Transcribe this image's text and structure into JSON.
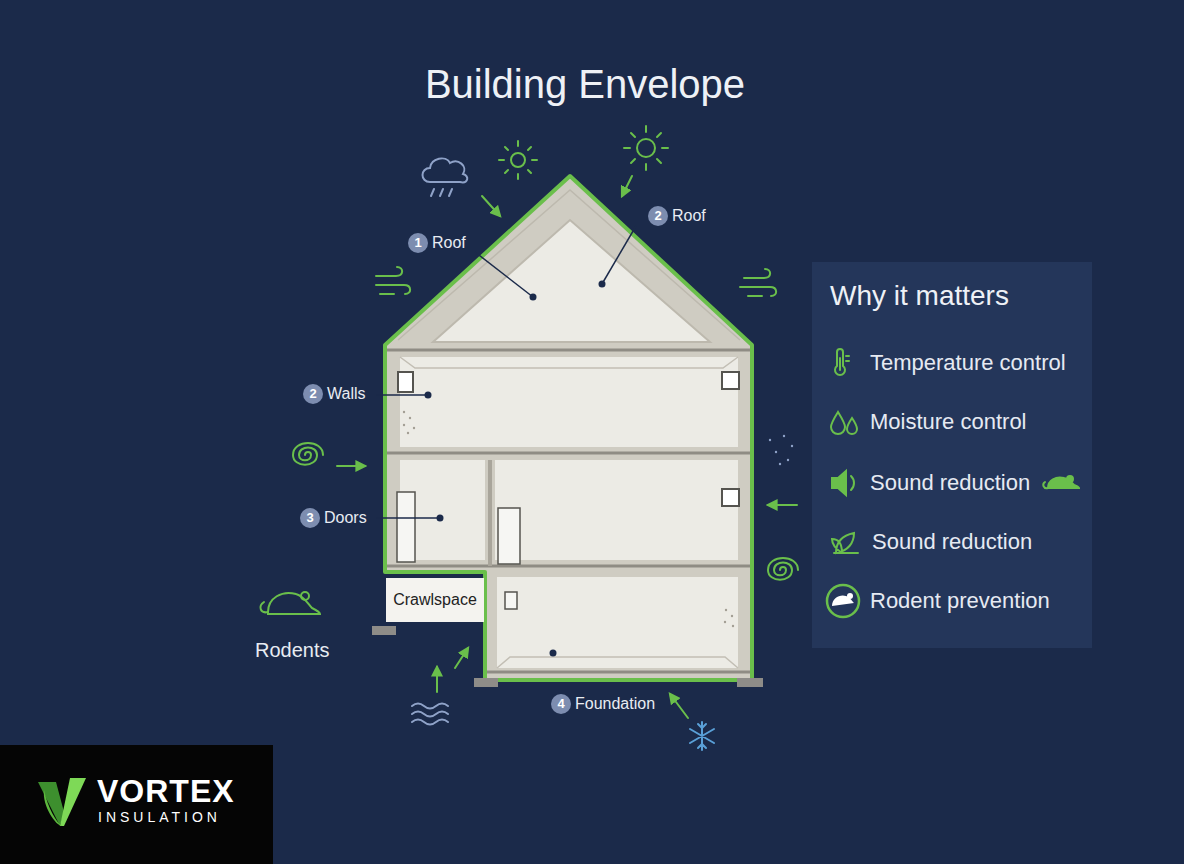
{
  "diagram": {
    "title": "Building Envelope",
    "nodes": [
      {
        "text": [
          "Why it matters",
          "Temperature control",
          "Moisture control",
          "Sound reduction",
          "Sound reduction",
          "Rodent prevention"
        ]
      },
      {
        "text": [
          "Crawlspace"
        ]
      },
      {
        "text": [
          "VORTEX",
          "INSULATION"
        ]
      }
    ],
    "labels": [
      "1",
      "Roof",
      "2",
      "Roof",
      "2",
      "Walls",
      "3",
      "Doors",
      "Rodents",
      "4",
      "Foundation"
    ]
  }
}
